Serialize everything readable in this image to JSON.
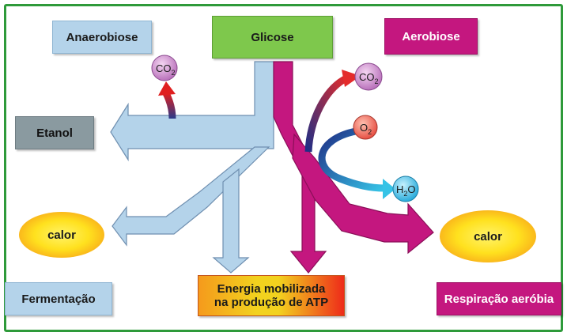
{
  "labels": {
    "anaerobiose": "Anaerobiose",
    "glicose": "Glicose",
    "aerobiose": "Aerobiose",
    "etanol": "Etanol",
    "calor_left": "calor",
    "calor_right": "calor",
    "fermentacao": "Fermentação",
    "atp_line1": "Energia mobilizada",
    "atp_line2": "na produção de ATP",
    "respiracao": "Respiração aeróbia"
  },
  "molecules": {
    "co2_left": {
      "base": "CO",
      "sub": "2"
    },
    "co2_right": {
      "base": "CO",
      "sub": "2"
    },
    "o2": {
      "base": "O",
      "sub": "2"
    },
    "h2o": {
      "base": "H",
      "sub": "2",
      "tail": "O"
    }
  },
  "colors": {
    "anaerobic_flow": "#b4d3ea",
    "aerobic_flow": "#c4177f",
    "glicose_box": "#7ec84c",
    "etanol_box": "#8a9aa0"
  }
}
